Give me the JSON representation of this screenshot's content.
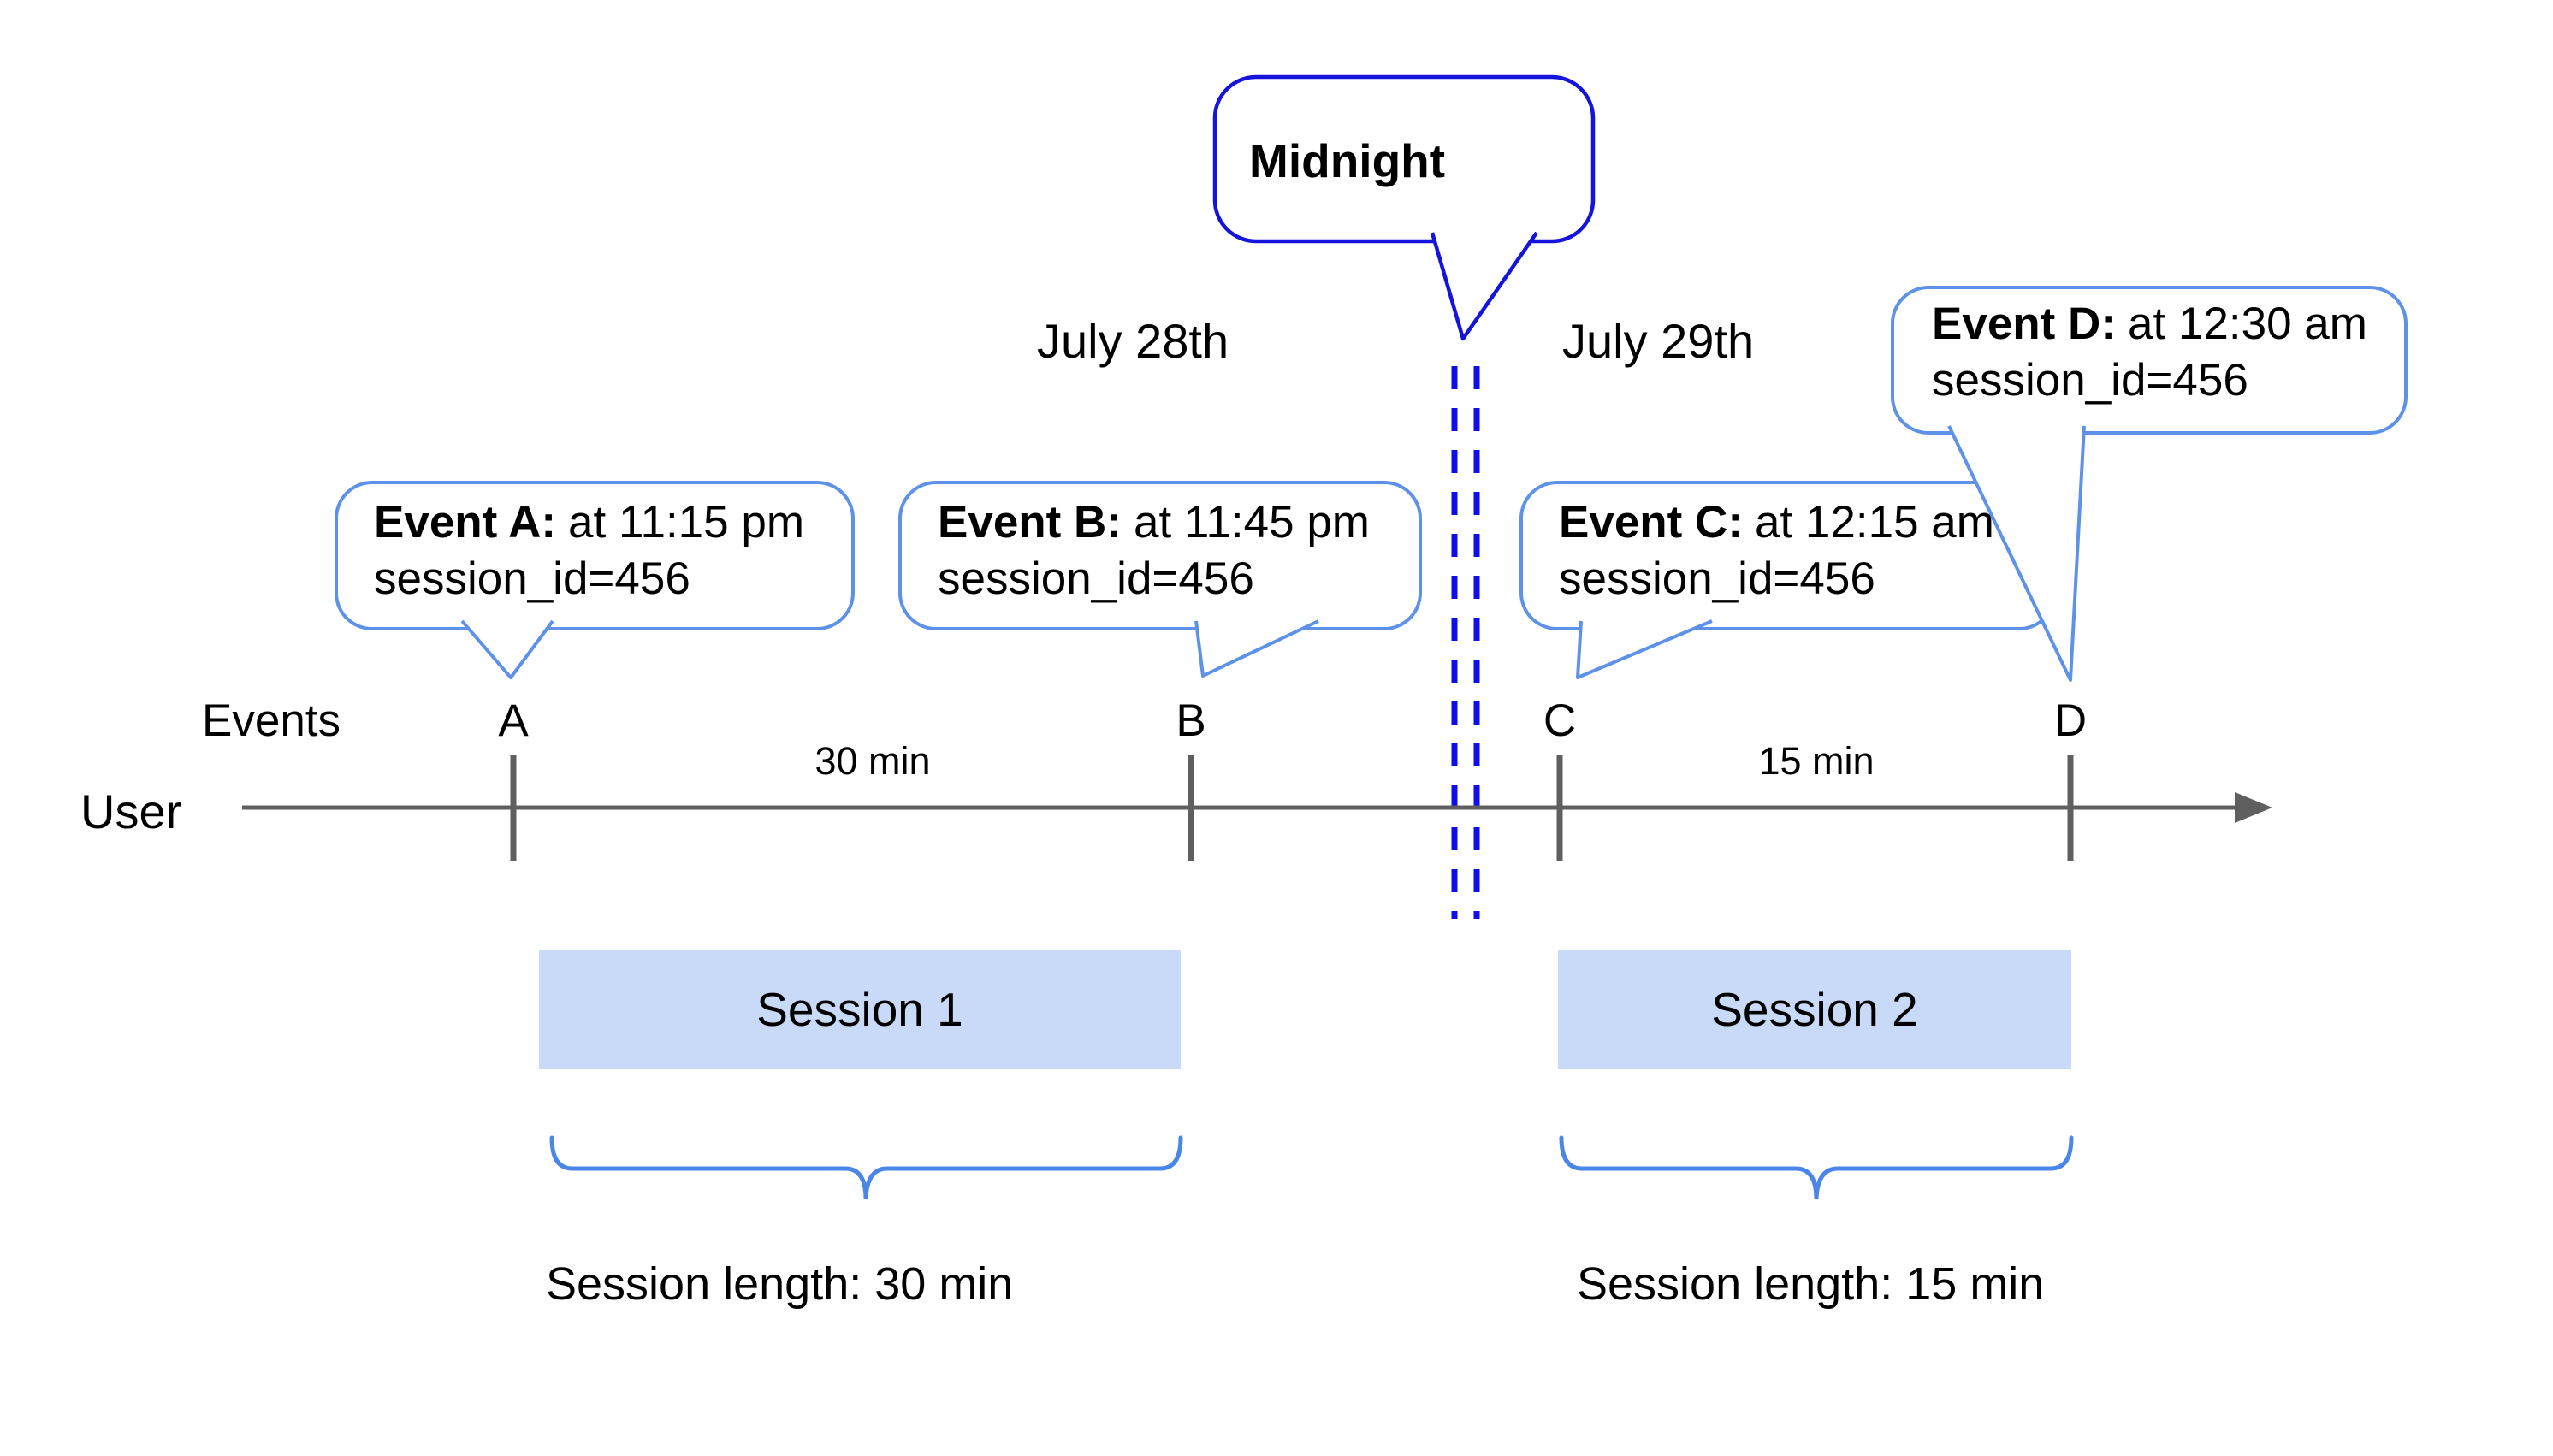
{
  "colors": {
    "event_border": "#5E92E8",
    "midnight_border": "#1414DC",
    "dash_blue": "#0D0DF0",
    "brace_blue": "#4A86E8",
    "timeline_gray": "#5F5F5F",
    "session_fill": "#C9DAF8",
    "text_black": "#000000"
  },
  "callouts": {
    "midnight": {
      "label": "Midnight"
    },
    "events": [
      {
        "key": "A",
        "title": "Event A:",
        "time": "at 11:15 pm",
        "detail": "session_id=456"
      },
      {
        "key": "B",
        "title": "Event B:",
        "time": "at 11:45 pm",
        "detail": "session_id=456"
      },
      {
        "key": "C",
        "title": "Event C:",
        "time": "at 12:15 am",
        "detail": "session_id=456"
      },
      {
        "key": "D",
        "title": "Event D:",
        "time": "at 12:30 am",
        "detail": "session_id=456"
      }
    ]
  },
  "dates": {
    "before_midnight": "July 28th",
    "after_midnight": "July 29th"
  },
  "timeline": {
    "events_label": "Events",
    "user_label": "User",
    "tick_labels": [
      "A",
      "B",
      "C",
      "D"
    ],
    "interval_ab": "30 min",
    "interval_cd": "15 min"
  },
  "sessions": [
    {
      "name": "Session 1",
      "length_label": "Session length: 30 min"
    },
    {
      "name": "Session 2",
      "length_label": "Session length: 15 min"
    }
  ]
}
